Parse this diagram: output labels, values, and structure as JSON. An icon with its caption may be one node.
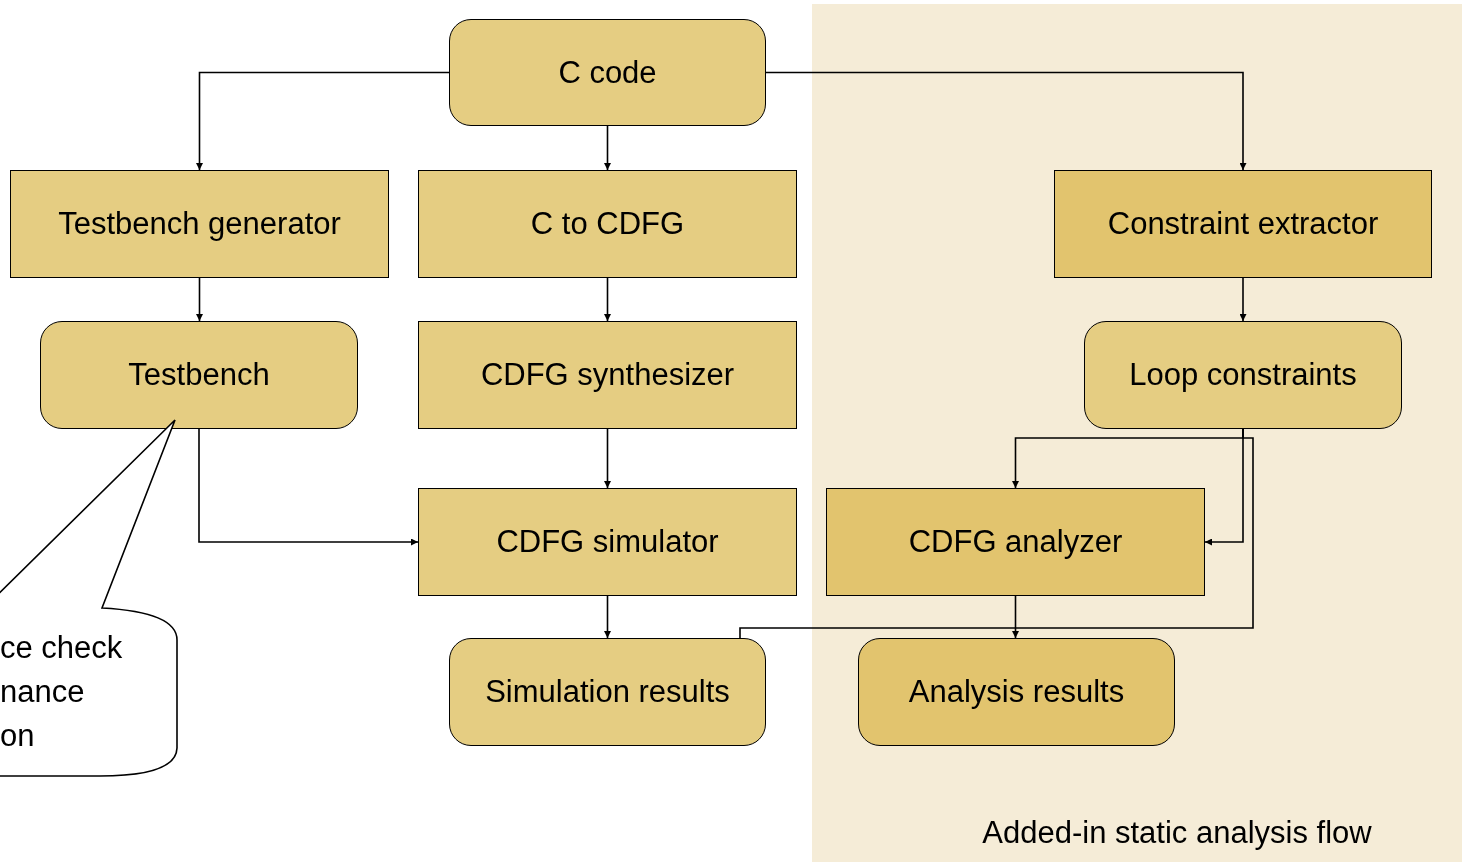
{
  "diagram": {
    "nodes": [
      {
        "text": [
          "C code"
        ]
      },
      {
        "text": [
          "Testbench generator"
        ]
      },
      {
        "text": [
          "C to CDFG"
        ]
      },
      {
        "text": [
          "Added-in static analysis flow"
        ]
      },
      {
        "text": [
          "Constraint extractor"
        ],
        "in": 3
      },
      {
        "text": [
          "Testbench"
        ]
      },
      {
        "text": [
          "CDFG synthesizer"
        ]
      },
      {
        "text": [
          "Loop constraints"
        ],
        "in": 3
      },
      {
        "text": [
          "CDFG simulator"
        ]
      },
      {
        "text": [
          "CDFG analyzer"
        ],
        "in": 3
      },
      {
        "text": [
          "ce check nance on"
        ]
      },
      {
        "text": [
          "Simulation results"
        ]
      },
      {
        "text": [
          "Analysis results"
        ],
        "in": 3
      }
    ],
    "edges": [
      {
        "from": 0,
        "to": 1,
        "arrow": "to"
      },
      {
        "from": 0,
        "to": 2,
        "arrow": "to"
      },
      {
        "from": 0,
        "to": 4,
        "arrow": "to"
      },
      {
        "from": 1,
        "to": 5,
        "arrow": "to"
      },
      {
        "from": 2,
        "to": 6,
        "arrow": "to"
      },
      {
        "from": 4,
        "to": 7,
        "arrow": "to"
      },
      {
        "from": 6,
        "to": 8,
        "arrow": "to"
      },
      {
        "from": 5,
        "to": 8,
        "arrow": "to"
      },
      {
        "from": 7,
        "to": 9,
        "arrow": "to"
      },
      {
        "from": 7,
        "to": 9,
        "arrow": "to"
      },
      {
        "from": 8,
        "to": 11,
        "arrow": "to"
      },
      {
        "from": 9,
        "to": 12,
        "arrow": "to"
      },
      {
        "from": 7,
        "to": 11,
        "arrow": "none"
      }
    ]
  }
}
